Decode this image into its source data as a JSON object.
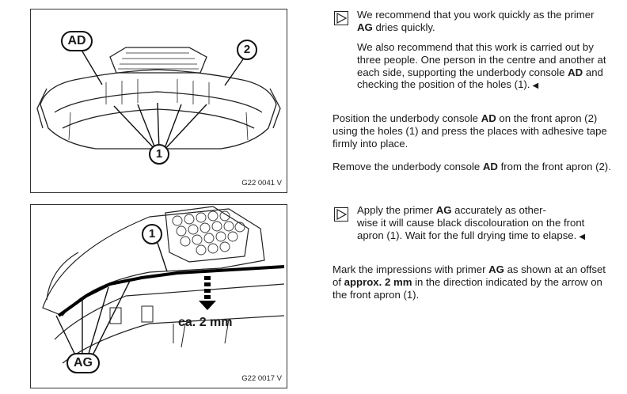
{
  "figures": [
    {
      "code": "G22 0041 V",
      "label_part": "AD",
      "label_apron": "2",
      "label_holes": "1"
    },
    {
      "code": "G22 0017 V",
      "label_part": "AG",
      "label_apron": "1",
      "offset_text": "ca. 2 mm"
    }
  ],
  "steps": {
    "note1": {
      "p1_pre": "We recommend that you work quickly as the primer ",
      "p1_bold": "AG",
      "p1_post": " dries quickly.",
      "p2_pre": "We also recommend that this work is carried out by three people. One person in the centre and another at each side, supporting the underbody console ",
      "p2_bold": "AD",
      "p2_post": " and checking the position of the holes (1).",
      "end": "◀"
    },
    "position": {
      "pre": "Position the underbody console ",
      "bold": "AD",
      "post": " on the front apron (2) using the holes (1) and press the places with adhesive tape firmly into place."
    },
    "remove": {
      "pre": "Remove the underbody console ",
      "bold": "AD",
      "post": " from the front apron (2)."
    },
    "note2": {
      "l1_pre": "Apply the primer ",
      "l1_bold": "AG",
      "l1_post": " accurately as other-",
      "rest": "wise it will cause black discolouration on the front apron (1). Wait for the full drying time to elapse.",
      "end": "◀"
    },
    "mark": {
      "pre": "Mark the impressions with primer ",
      "bold1": "AG",
      "mid": " as shown at an offset of ",
      "bold2": "approx. 2 mm",
      "post": " in the direction indicated by the arrow on the front apron (1)."
    }
  }
}
